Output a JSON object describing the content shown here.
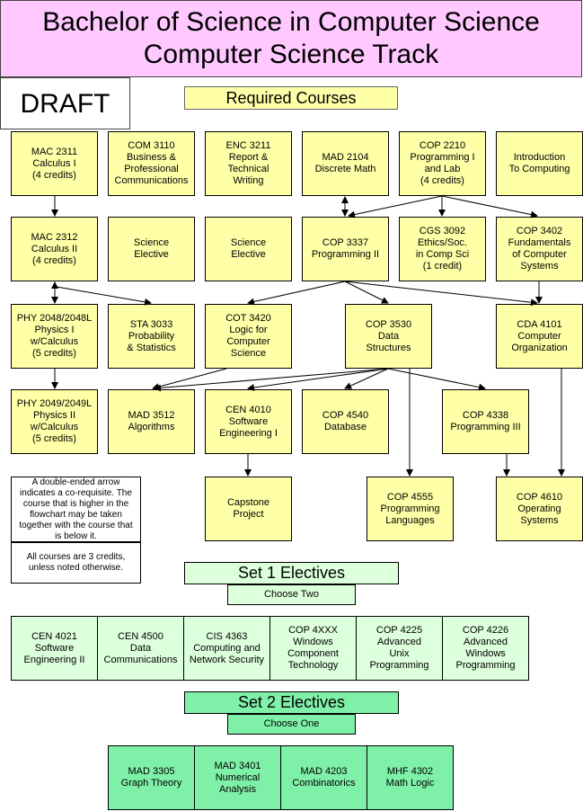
{
  "title": "Bachelor of Science in Computer Science\nComputer Science Track",
  "draft": "DRAFT",
  "required_header": "Required Courses",
  "courses": {
    "mac2311": "MAC 2311\nCalculus I\n(4 credits)",
    "com3110": "COM 3110\nBusiness &\nProfessional\nCommunications",
    "enc3211": "ENC 3211\nReport &\nTechnical\nWriting",
    "mad2104": "MAD 2104\nDiscrete Math",
    "cop2210": "COP 2210\nProgramming I\nand Lab\n(4 credits)",
    "intro": "Introduction\nTo Computing",
    "mac2312": "MAC 2312\nCalculus II\n(4 credits)",
    "sci1": "Science\nElective",
    "sci2": "Science\nElective",
    "cop3337": "COP 3337\nProgramming II",
    "cgs3092": "CGS 3092\nEthics/Soc.\nin Comp Sci\n(1 credit)",
    "cop3402": "COP 3402\nFundamentals\nof Computer\nSystems",
    "phy2048": "PHY 2048/2048L\nPhysics I\nw/Calculus\n(5 credits)",
    "sta3033": "STA 3033\nProbability\n& Statistics",
    "cot3420": "COT 3420\nLogic for\nComputer\nScience",
    "cop3530": "COP 3530\nData\nStructures",
    "cda4101": "CDA 4101\nComputer\nOrganization",
    "phy2049": "PHY 2049/2049L\nPhysics II\nw/Calculus\n(5 credits)",
    "mad3512": "MAD 3512\nAlgorithms",
    "cen4010": "CEN 4010\nSoftware\nEngineering I",
    "cop4540": "COP 4540\nDatabase",
    "cop4338": "COP 4338\nProgramming III",
    "capstone": "Capstone\nProject",
    "cop4555": "COP 4555\nProgramming\nLanguages",
    "cop4610": "COP 4610\nOperating\nSystems"
  },
  "notes": {
    "coreq": "A double-ended arrow indicates a co-requisite. The course that is higher in the flowchart may be taken together with the course that is below it.",
    "credits": "All courses are 3 credits, unless noted otherwise."
  },
  "set1": {
    "header": "Set 1 Electives",
    "choose": "Choose Two",
    "items": [
      "CEN 4021\nSoftware\nEngineering II",
      "CEN 4500\nData\nCommunications",
      "CIS 4363\nComputing and\nNetwork Security",
      "COP 4XXX\nWindows\nComponent\nTechnology",
      "COP 4225\nAdvanced\nUnix\nProgramming",
      "COP 4226\nAdvanced\nWindows\nProgramming"
    ]
  },
  "set2": {
    "header": "Set 2 Electives",
    "choose": "Choose One",
    "items": [
      "MAD 3305\nGraph Theory",
      "MAD 3401\nNumerical\nAnalysis",
      "MAD 4203\nCombinatorics",
      "MHF 4302\nMath Logic"
    ]
  }
}
